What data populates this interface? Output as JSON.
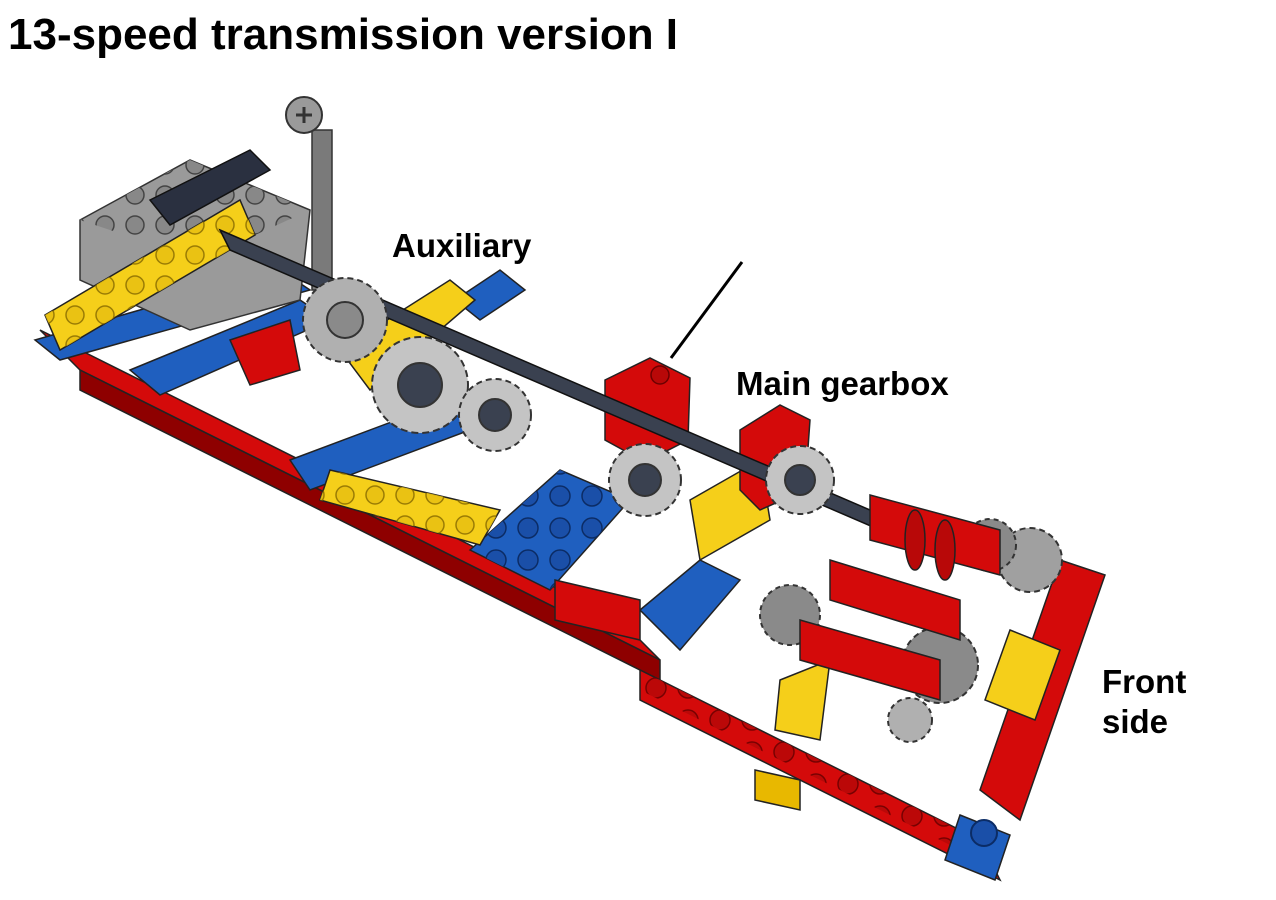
{
  "title": "13-speed transmission version I",
  "labels": {
    "auxiliary": "Auxiliary",
    "main_gearbox": "Main gearbox",
    "front_side_line1": "Front",
    "front_side_line2": "side"
  },
  "colors": {
    "red": "#d40a0a",
    "red_dark": "#8e0000",
    "blue": "#1f5fbf",
    "blue_dark": "#0f3a80",
    "yellow": "#f5cf1a",
    "yellow_dark": "#b8960b",
    "gray": "#9a9a9a",
    "gray_dark": "#555555",
    "black": "#1a1a1a"
  }
}
